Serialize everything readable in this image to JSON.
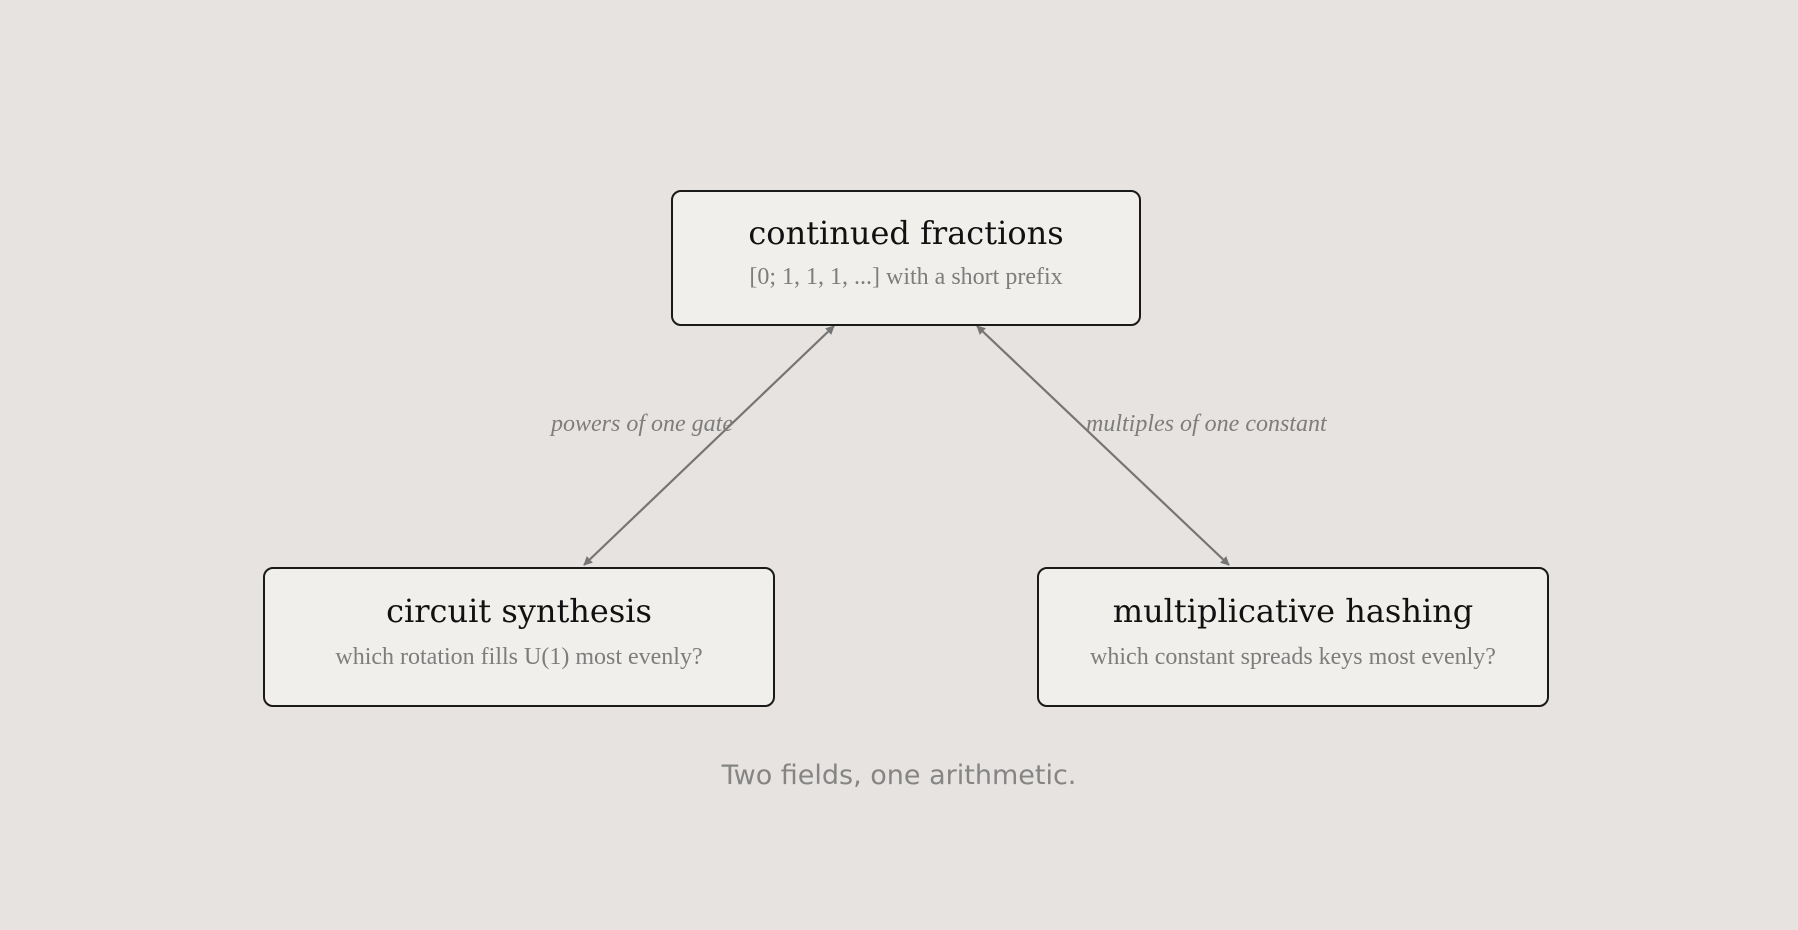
{
  "nodes": {
    "top": {
      "title": "continued fractions",
      "subtitle": "[0; 1, 1, 1, ...] with a short prefix"
    },
    "left": {
      "title": "circuit synthesis",
      "subtitle": "which rotation fills U(1) most evenly?"
    },
    "right": {
      "title": "multiplicative hashing",
      "subtitle": "which constant spreads keys most evenly?"
    }
  },
  "edges": {
    "left_label": "powers of one gate",
    "right_label": "multiples of one constant"
  },
  "caption": "Two fields, one arithmetic.",
  "colors": {
    "background": "#e7e3e0",
    "node_fill": "#f0efeb",
    "node_border": "#1a1a1a",
    "arrow": "#757575",
    "muted_text": "#7d7d7d"
  }
}
